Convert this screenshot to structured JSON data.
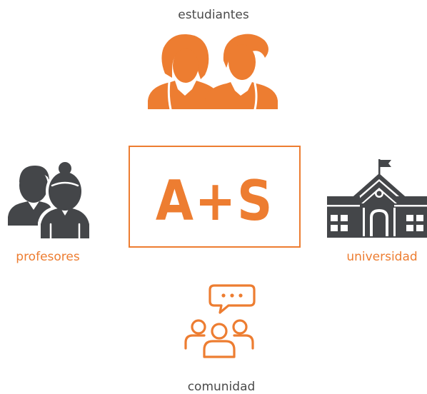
{
  "diagram": {
    "nodes": {
      "top": {
        "label": "estudiantes",
        "icon": "students-icon"
      },
      "left": {
        "label": "profesores",
        "icon": "teachers-icon"
      },
      "right": {
        "label": "universidad",
        "icon": "university-icon"
      },
      "bottom": {
        "label": "comunidad",
        "icon": "community-icon"
      }
    },
    "center": {
      "text": "A+S"
    }
  },
  "colors": {
    "accent": "#ed7d31",
    "icon_dark": "#444649",
    "text_dark": "#4a4a4a"
  }
}
